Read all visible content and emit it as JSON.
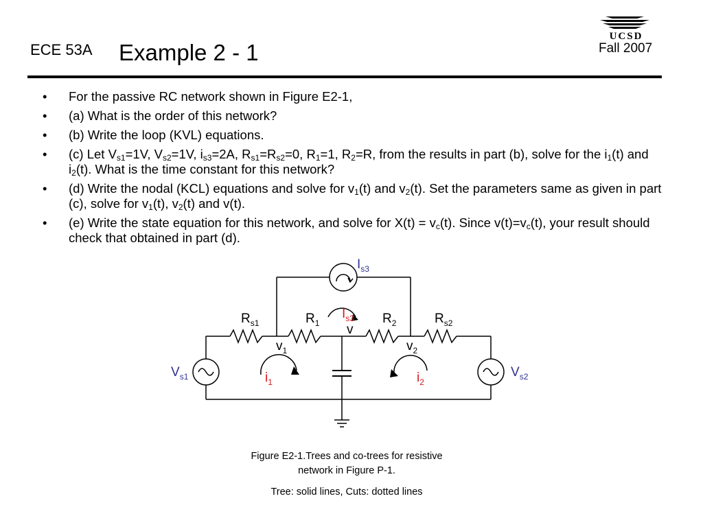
{
  "header": {
    "course": "ECE 53A",
    "title": "Example 2 - 1",
    "term": "Fall 2007",
    "logo_text": "UCSD"
  },
  "bullets": [
    {
      "marker": "•",
      "segments": [
        {
          "t": "For the passive RC network shown in Figure E2-1,"
        }
      ]
    },
    {
      "marker": "•",
      "segments": [
        {
          "t": "(a) What is the order of this network?"
        }
      ]
    },
    {
      "marker": "•",
      "segments": [
        {
          "t": "(b) Write the loop (KVL) equations."
        }
      ]
    },
    {
      "marker": "•",
      "segments": [
        {
          "t": "(c) Let V"
        },
        {
          "s": "s1"
        },
        {
          "t": "=1V, V"
        },
        {
          "s": "s2"
        },
        {
          "t": "=1V, i"
        },
        {
          "s": "s3"
        },
        {
          "t": "=2A, R"
        },
        {
          "s": "s1"
        },
        {
          "t": "=R"
        },
        {
          "s": "s2"
        },
        {
          "t": "=0, R"
        },
        {
          "s": "1"
        },
        {
          "t": "=1, R"
        },
        {
          "s": "2"
        },
        {
          "t": "=R, from the results in part (b), solve for the i"
        },
        {
          "s": "1"
        },
        {
          "t": "(t) and i"
        },
        {
          "s": "2"
        },
        {
          "t": "(t). What is the time constant for this network?"
        }
      ]
    },
    {
      "marker": "•",
      "segments": [
        {
          "t": "(d) Write the nodal (KCL) equations and solve for v"
        },
        {
          "s": "1"
        },
        {
          "t": "(t) and v"
        },
        {
          "s": "2"
        },
        {
          "t": "(t). Set the parameters same as given in part (c), solve for v"
        },
        {
          "s": "1"
        },
        {
          "t": "(t), v"
        },
        {
          "s": "2"
        },
        {
          "t": "(t) and v(t)."
        }
      ]
    },
    {
      "marker": "•",
      "segments": [
        {
          "t": "(e) Write the state equation for this network, and solve for X(t) = v"
        },
        {
          "s": "c"
        },
        {
          "t": "(t). Since v(t)=v"
        },
        {
          "s": "c"
        },
        {
          "t": "(t), your result should check that obtained in part (d)."
        }
      ]
    }
  ],
  "circuit": {
    "colors": {
      "wire": "#000000",
      "source_label": "#2e3192",
      "loop_label": "#d7191c"
    },
    "labels": {
      "Is3_top": {
        "main": "I",
        "sub": "s3"
      },
      "Is3_mid": {
        "main": "I",
        "sub": "s3"
      },
      "Rs1": {
        "main": "R",
        "sub": "s1"
      },
      "R1": {
        "main": "R",
        "sub": "1"
      },
      "R2": {
        "main": "R",
        "sub": "2"
      },
      "Rs2": {
        "main": "R",
        "sub": "s2"
      },
      "v": {
        "main": "v"
      },
      "v1": {
        "main": "v",
        "sub": "1"
      },
      "v2": {
        "main": "v",
        "sub": "2"
      },
      "Vs1": {
        "main": "V",
        "sub": "s1"
      },
      "Vs2": {
        "main": "V",
        "sub": "s2"
      },
      "i1": {
        "main": "i",
        "sub": "1"
      },
      "i2": {
        "main": "i",
        "sub": "2"
      }
    }
  },
  "caption": {
    "line1": "Figure E2-1.Trees and co-trees for resistive",
    "line2": "network in Figure P-1.",
    "line3": "Tree: solid lines, Cuts: dotted lines"
  }
}
